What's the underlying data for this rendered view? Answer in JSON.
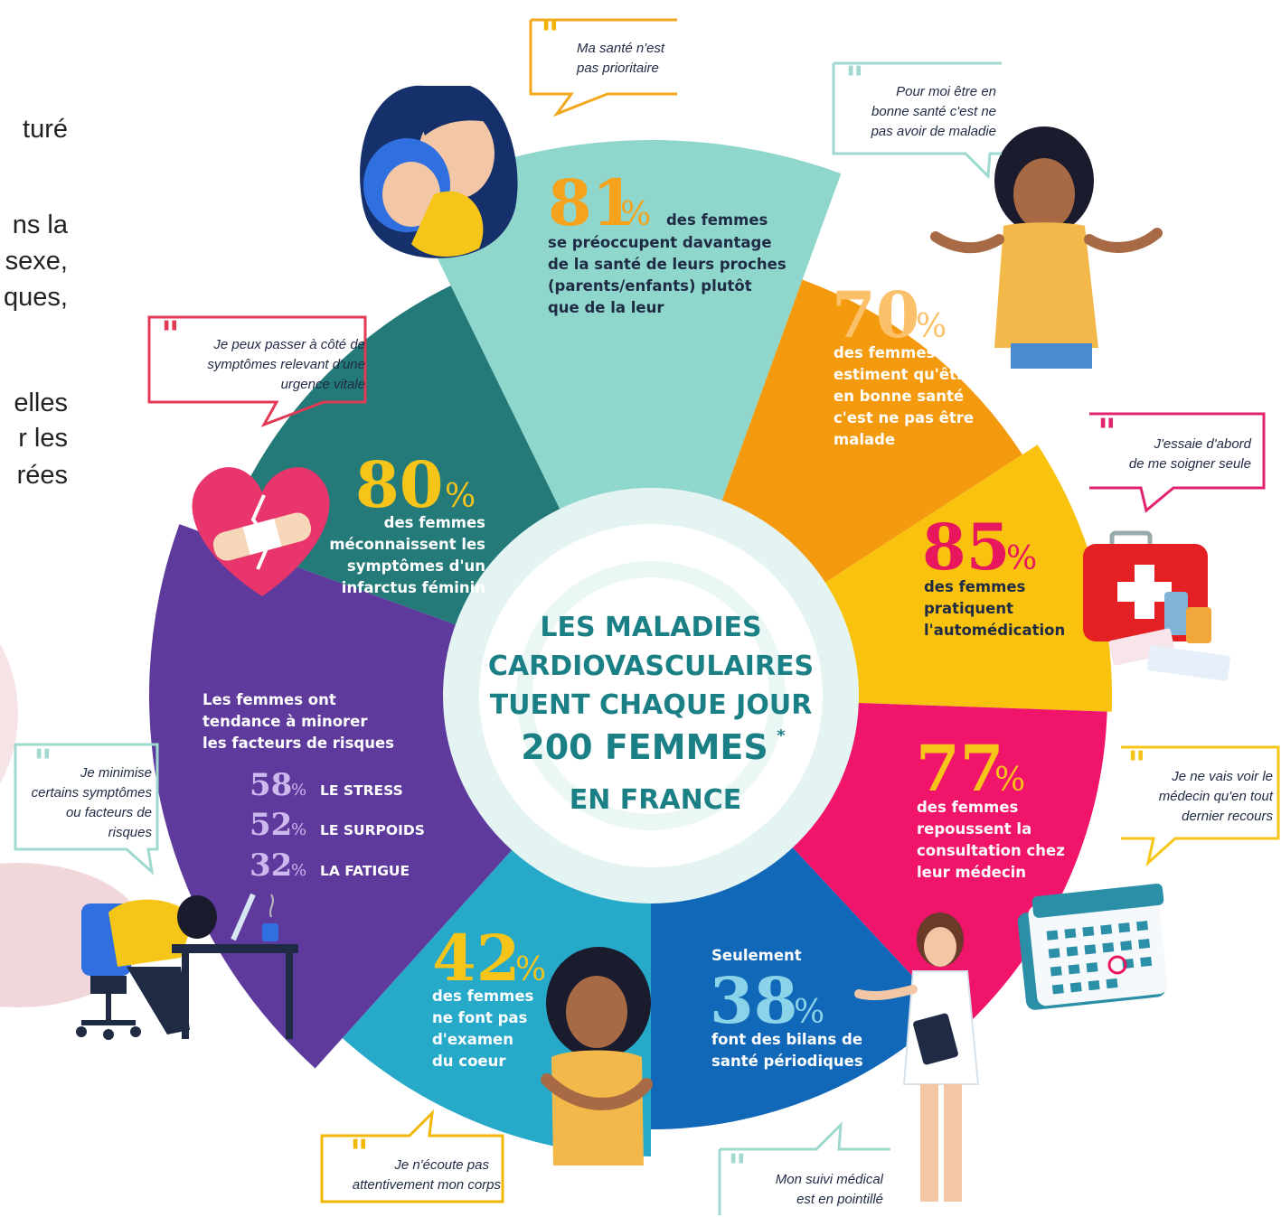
{
  "left_text_fragments": [
    "turé",
    "ns la",
    "sexe,",
    "ques,",
    "elles",
    "r les",
    "rées"
  ],
  "center": {
    "line1": "LES MALADIES",
    "line2": "CARDIOVASCULAIRES",
    "line3": "TUENT CHAQUE JOUR",
    "line4": "200 FEMMES",
    "star": "*",
    "line5": "EN FRANCE"
  },
  "segments": {
    "s81": {
      "pct": "81",
      "unit": "%",
      "lead": "des femmes",
      "lines": [
        "se préoccupent davantage",
        "de la santé de leurs proches",
        "(parents/enfants) plutôt",
        "que de la leur"
      ],
      "color": "#8fd6cc"
    },
    "s70": {
      "pct": "70",
      "unit": "%",
      "lines": [
        "des femmes",
        "estiment qu'être",
        "en bonne santé",
        "c'est ne pas être",
        "malade"
      ],
      "color": "#f39a0e"
    },
    "s85": {
      "pct": "85",
      "unit": "%",
      "lines": [
        "des femmes",
        "pratiquent",
        "l'automédication"
      ],
      "color": "#f9c20f"
    },
    "s77": {
      "pct": "77",
      "unit": "%",
      "lines": [
        "des femmes",
        "repoussent la",
        "consultation chez",
        "leur médecin"
      ],
      "color": "#f0156a"
    },
    "s38": {
      "pre": "Seulement",
      "pct": "38",
      "unit": "%",
      "lines": [
        "font des bilans de",
        "santé périodiques"
      ],
      "color": "#1167b8"
    },
    "s42": {
      "pct": "42",
      "unit": "%",
      "lines": [
        "des femmes",
        "ne font pas",
        "d'examen",
        "du coeur"
      ],
      "color": "#27a9c9"
    },
    "sRisk": {
      "lines": [
        "Les femmes ont",
        "tendance à minorer",
        "les facteurs de risques"
      ],
      "items": [
        {
          "pct": "58",
          "unit": "%",
          "label": "LE STRESS"
        },
        {
          "pct": "52",
          "unit": "%",
          "label": "LE SURPOIDS"
        },
        {
          "pct": "32",
          "unit": "%",
          "label": "LA FATIGUE"
        }
      ],
      "color": "#5e3a9c"
    },
    "s80": {
      "pct": "80",
      "unit": "%",
      "lines": [
        "des femmes",
        "méconnaissent les",
        "symptômes d'un",
        "infarctus féminin"
      ],
      "color": "#237a78"
    }
  },
  "quotes": {
    "q81": [
      "Ma santé n'est",
      "pas prioritaire"
    ],
    "q70": [
      "Pour moi être en",
      "bonne santé c'est ne",
      "pas avoir de maladie"
    ],
    "q85": [
      "J'essaie d'abord",
      "de me soigner seule"
    ],
    "q77": [
      "Je ne vais voir le",
      "médecin qu'en tout",
      "dernier recours"
    ],
    "q38": [
      "Mon suivi médical",
      "est en pointillé"
    ],
    "q42": [
      "Je n'écoute pas",
      "attentivement mon corps"
    ],
    "qRisk": [
      "Je minimise",
      "certains symptômes",
      "ou facteurs de",
      "risques"
    ],
    "q80": [
      "Je peux passer à côté de",
      "symptômes relevant d'une",
      "urgence vitale"
    ]
  },
  "colors": {
    "center_text": "#1b7f86",
    "center_ring": "#d9f0ee",
    "bubble_orange": "#f2a81c",
    "bubble_teal": "#9fd8cf",
    "bubble_pink": "#e0226f",
    "bubble_yellow": "#f5c518",
    "bubble_gold": "#f2b705",
    "bubble_red": "#e03a55",
    "quote_mark": "#f0b400"
  },
  "icons": [
    "mother-child-illustration",
    "shrugging-woman-illustration",
    "first-aid-kit-icon",
    "calendar-icon",
    "doctor-illustration",
    "self-hugging-woman-illustration",
    "exhausted-woman-desk-illustration",
    "broken-heart-icon",
    "quote-mark-icon"
  ]
}
